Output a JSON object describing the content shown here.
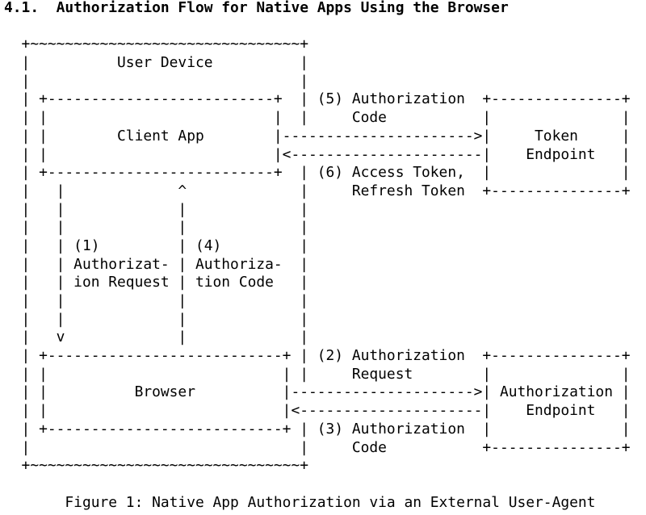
{
  "section_title": "4.1.  Authorization Flow for Native Apps Using the Browser",
  "diagram": {
    "lines": [
      "  +~~~~~~~~~~~~~~~~~~~~~~~~~~~~~~~+",
      "  |          User Device          |",
      "  |                               |",
      "  | +--------------------------+  | (5) Authorization  +---------------+",
      "  | |                          |  |     Code           |               |",
      "  | |        Client App        |---------------------->|     Token     |",
      "  | |                          |<----------------------|    Endpoint   |",
      "  | +--------------------------+  | (6) Access Token,  |               |",
      "  |   |             ^             |     Refresh Token  +---------------+",
      "  |   |             |             |",
      "  |   |             |             |",
      "  |   | (1)         | (4)         |",
      "  |   | Authorizat- | Authoriza-  |",
      "  |   | ion Request | tion Code   |",
      "  |   |             |             |",
      "  |   |             |             |",
      "  |   v             |             |",
      "  | +---------------------------+ | (2) Authorization  +---------------+",
      "  | |                           | |     Request        |               |",
      "  | |          Browser          |--------------------->| Authorization |",
      "  | |                           |<---------------------|    Endpoint   |",
      "  | +---------------------------+ | (3) Authorization  |               |",
      "  |                               |     Code           +---------------+",
      "  +~~~~~~~~~~~~~~~~~~~~~~~~~~~~~~~+"
    ]
  },
  "caption": "       Figure 1: Native App Authorization via an External User-Agent"
}
